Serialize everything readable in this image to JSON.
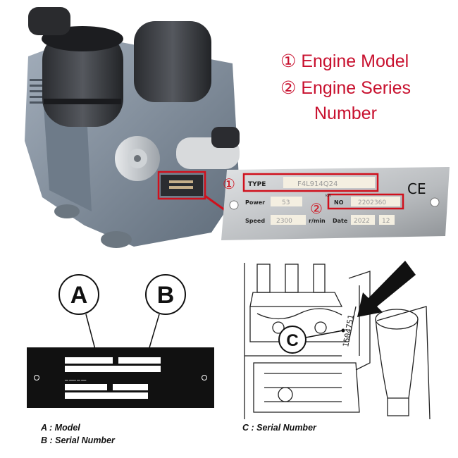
{
  "callouts": {
    "line1": "① Engine Model",
    "line2": "② Engine Series",
    "line3": "Number"
  },
  "plate": {
    "type_label": "TYPE",
    "type_value": "F4L914Q24",
    "power_label": "Power",
    "power_value": "53",
    "kw_label": "kW",
    "no_label": "NO",
    "no_value": "2202360",
    "speed_label": "Speed",
    "speed_value": "2300",
    "rmin_label": "r/min",
    "date_label": "Date",
    "date_year": "2022",
    "date_month": "12",
    "ce_mark": "CE",
    "marker_1": "①",
    "marker_2": "②"
  },
  "diagram_left": {
    "label_a": "A",
    "label_b": "B",
    "legend_a": "A :  Model",
    "legend_b": "B :  Serial Number"
  },
  "diagram_right": {
    "label_c": "C",
    "stamped_digits": "1504751",
    "legend_c": "C :  Serial Number"
  },
  "colors": {
    "highlight": "#d0101c",
    "engine_body": "#7d8b9a",
    "plate_metal": "#c9cbcd"
  }
}
